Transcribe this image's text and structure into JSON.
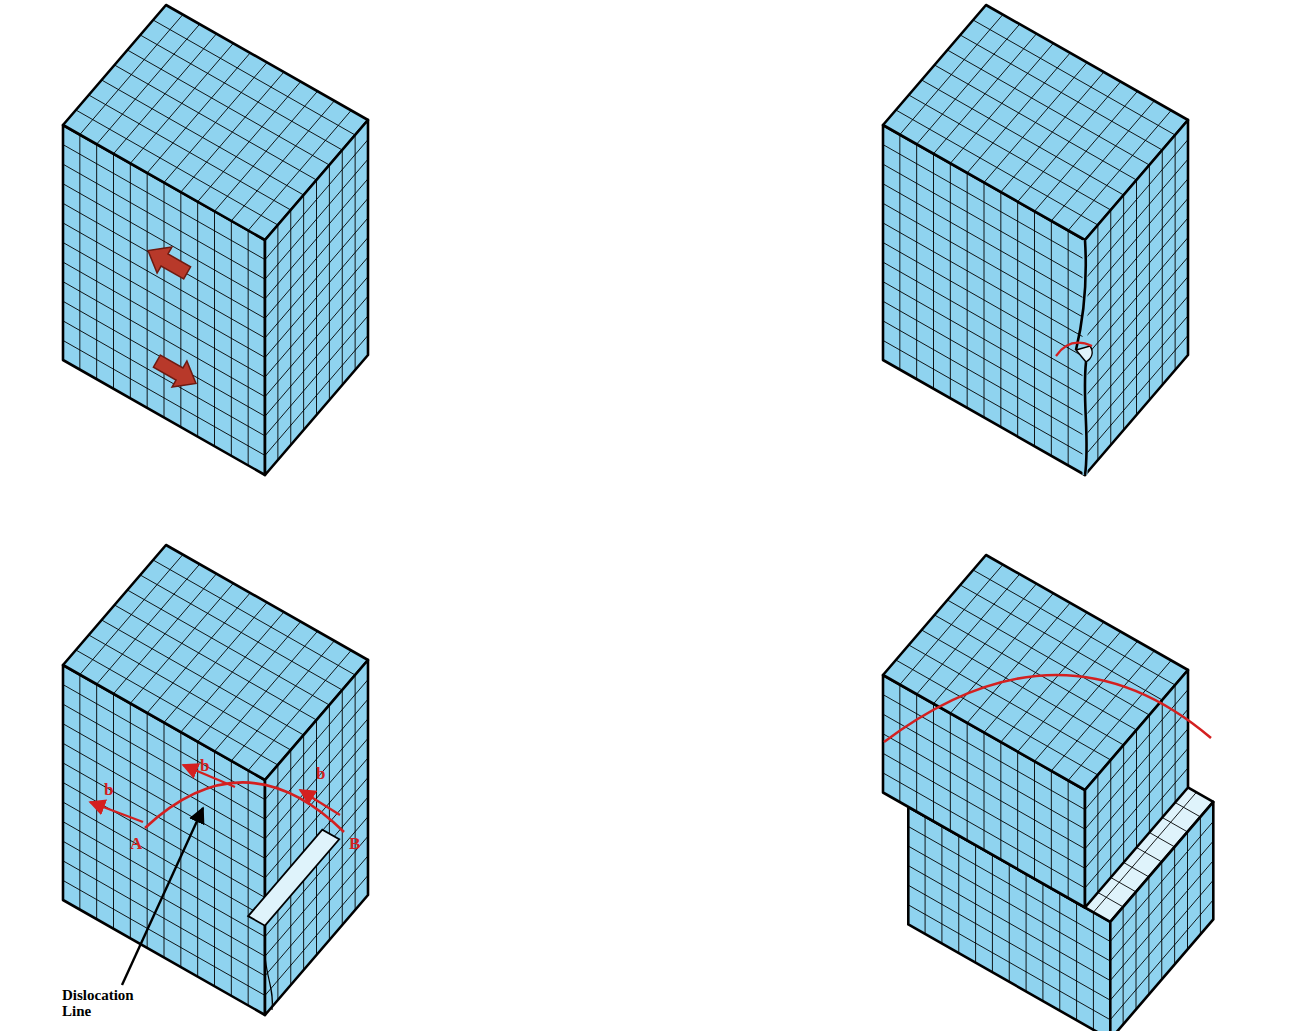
{
  "diagram": {
    "labels": [
      "b",
      "b",
      "b",
      "A",
      "B",
      "Dislocation Line"
    ]
  }
}
